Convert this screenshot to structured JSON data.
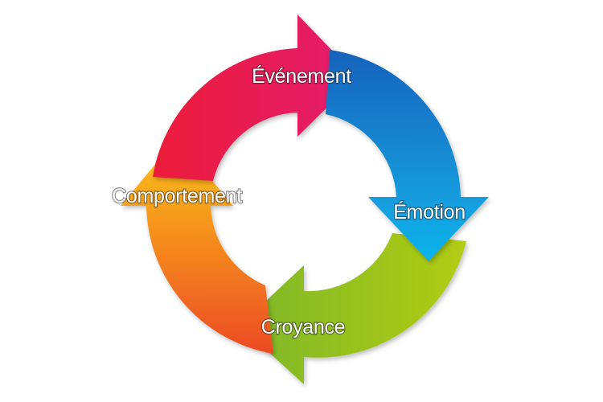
{
  "diagram": {
    "steps": [
      {
        "label": "Événement",
        "color_start": "#ec1c44",
        "color_end": "#e8206c"
      },
      {
        "label": "Émotion",
        "color_start": "#1e6fc2",
        "color_end": "#11b2ea"
      },
      {
        "label": "Croyance",
        "color_start": "#a4c81a",
        "color_end": "#7fb928"
      },
      {
        "label": "Comportement",
        "color_start": "#f05a22",
        "color_end": "#fbc31a"
      }
    ]
  }
}
